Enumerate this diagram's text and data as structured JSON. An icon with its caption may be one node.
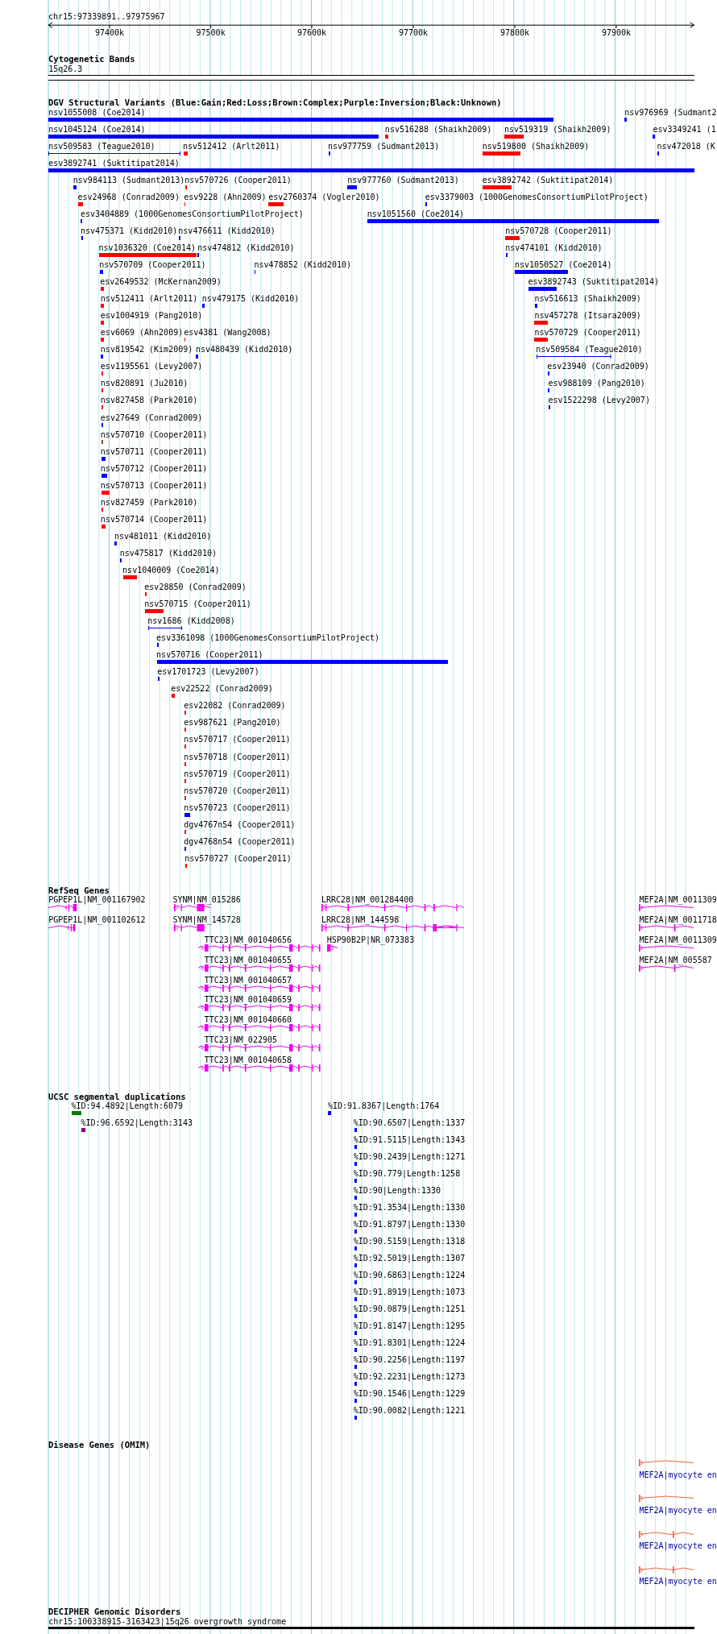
{
  "diagram": {
    "nodes": [
      {
        "text": [
          "Cytogenetic Bands"
        ]
      },
      {
        "text": [
          "15q26.3"
        ],
        "in": 0
      },
      {
        "text": [
          "DGV Structural Variants (Blue:Gain;Red:Loss;Brown:Complex;Purple:Inversion;Black:Unknown)"
        ]
      },
      {
        "text": [
          "nsv1055008 (Coe2014)"
        ],
        "in": 2
      },
      {
        "text": [
          "nsv976969 (Sudmant2"
        ],
        "in": 2
      },
      {
        "text": [
          "nsv1045124 (Coe2014)"
        ],
        "in": 2
      },
      {
        "text": [
          "nsv516288 (Shaikh2009)"
        ],
        "in": 2
      },
      {
        "text": [
          "nsv519319 (Shaikh2009)"
        ],
        "in": 2
      },
      {
        "text": [
          "esv3349241 (1"
        ],
        "in": 2
      },
      {
        "text": [
          "nsv509583 (Teague2010)"
        ],
        "in": 2
      },
      {
        "text": [
          "nsv512412 (Arlt2011)"
        ],
        "in": 2
      },
      {
        "text": [
          "nsv977759 (Sudmant2013)"
        ],
        "in": 2
      },
      {
        "text": [
          "nsv519800 (Shaikh2009)"
        ],
        "in": 2
      },
      {
        "text": [
          "nsv472018 (K"
        ],
        "in": 2
      },
      {
        "text": [
          "esv3892741 (Suktitipat2014)"
        ],
        "in": 2
      },
      {
        "text": [
          "nsv984113 (Sudmant2013)"
        ],
        "in": 2
      },
      {
        "text": [
          "nsv570726 (Cooper2011)"
        ],
        "in": 2
      },
      {
        "text": [
          "nsv977760 (Sudmant2013)"
        ],
        "in": 2
      },
      {
        "text": [
          "esv3892742 (Suktitipat2014)"
        ],
        "in": 2
      },
      {
        "text": [
          "esv24968 (Conrad2009)"
        ],
        "in": 2
      },
      {
        "text": [
          "esv9228 (Ahn2009)"
        ],
        "in": 2
      },
      {
        "text": [
          "esv2760374 (Vogler2010)"
        ],
        "in": 2
      },
      {
        "text": [
          "esv3379003 (1000GenomesConsortiumPilotProject)"
        ],
        "in": 2
      },
      {
        "text": [
          "esv3404889 (1000GenomesConsortiumPilotProject)"
        ],
        "in": 2
      },
      {
        "text": [
          "nsv1051560 (Coe2014)"
        ],
        "in": 2
      },
      {
        "text": [
          "nsv475371 (Kidd2010)"
        ],
        "in": 2
      },
      {
        "text": [
          "nsv476611 (Kidd2010)"
        ],
        "in": 2
      },
      {
        "text": [
          "nsv570728 (Cooper2011)"
        ],
        "in": 2
      },
      {
        "text": [
          "nsv1036320 (Coe2014)"
        ],
        "in": 2
      },
      {
        "text": [
          "nsv474812 (Kidd2010)"
        ],
        "in": 2
      },
      {
        "text": [
          "nsv474101 (Kidd2010)"
        ],
        "in": 2
      },
      {
        "text": [
          "nsv570709 (Cooper2011)"
        ],
        "in": 2
      },
      {
        "text": [
          "nsv478852 (Kidd2010)"
        ],
        "in": 2
      },
      {
        "text": [
          "nsv1050527 (Coe2014)"
        ],
        "in": 2
      },
      {
        "text": [
          "esv2649532 (McKernan2009)"
        ],
        "in": 2
      },
      {
        "text": [
          "esv3892743 (Suktitipat2014)"
        ],
        "in": 2
      },
      {
        "text": [
          "nsv512411 (Arlt2011)"
        ],
        "in": 2
      },
      {
        "text": [
          "nsv479175 (Kidd2010)"
        ],
        "in": 2
      },
      {
        "text": [
          "nsv516613 (Shaikh2009)"
        ],
        "in": 2
      },
      {
        "text": [
          "esv1004919 (Pang2010)"
        ],
        "in": 2
      },
      {
        "text": [
          "nsv457278 (Itsara2009)"
        ],
        "in": 2
      },
      {
        "text": [
          "esv6069 (Ahn2009)"
        ],
        "in": 2
      },
      {
        "text": [
          "esv4381 (Wang2008)"
        ],
        "in": 2
      },
      {
        "text": [
          "nsv570729 (Cooper2011)"
        ],
        "in": 2
      },
      {
        "text": [
          "nsv819542 (Kim2009)"
        ],
        "in": 2
      },
      {
        "text": [
          "nsv480439 (Kidd2010)"
        ],
        "in": 2
      },
      {
        "text": [
          "nsv509584 (Teague2010)"
        ],
        "in": 2
      },
      {
        "text": [
          "esv1195561 (Levy2007)"
        ],
        "in": 2
      },
      {
        "text": [
          "esv23940 (Conrad2009)"
        ],
        "in": 2
      },
      {
        "text": [
          "nsv820891 (Ju2010)"
        ],
        "in": 2
      },
      {
        "text": [
          "esv988109 (Pang2010)"
        ],
        "in": 2
      },
      {
        "text": [
          "nsv827458 (Park2010)"
        ],
        "in": 2
      },
      {
        "text": [
          "esv1522298 (Levy2007)"
        ],
        "in": 2
      },
      {
        "text": [
          "esv27649 (Conrad2009)"
        ],
        "in": 2
      },
      {
        "text": [
          "nsv570710 (Cooper2011)"
        ],
        "in": 2
      },
      {
        "text": [
          "nsv570711 (Cooper2011)"
        ],
        "in": 2
      },
      {
        "text": [
          "nsv570712 (Cooper2011)"
        ],
        "in": 2
      },
      {
        "text": [
          "nsv570713 (Cooper2011)"
        ],
        "in": 2
      },
      {
        "text": [
          "nsv827459 (Park2010)"
        ],
        "in": 2
      },
      {
        "text": [
          "nsv570714 (Cooper2011)"
        ],
        "in": 2
      },
      {
        "text": [
          "nsv481011 (Kidd2010)"
        ],
        "in": 2
      },
      {
        "text": [
          "nsv475817 (Kidd2010)"
        ],
        "in": 2
      },
      {
        "text": [
          "nsv1040009 (Coe2014)"
        ],
        "in": 2
      },
      {
        "text": [
          "esv28850 (Conrad2009)"
        ],
        "in": 2
      },
      {
        "text": [
          "nsv570715 (Cooper2011)"
        ],
        "in": 2
      },
      {
        "text": [
          "nsv1686 (Kidd2008)"
        ],
        "in": 2
      },
      {
        "text": [
          "esv3361098 (1000GenomesConsortiumPilotProject)"
        ],
        "in": 2
      },
      {
        "text": [
          "nsv570716 (Cooper2011)"
        ],
        "in": 2
      },
      {
        "text": [
          "esv1701723 (Levy2007)"
        ],
        "in": 2
      },
      {
        "text": [
          "esv22522 (Conrad2009)"
        ],
        "in": 2
      },
      {
        "text": [
          "esv22082 (Conrad2009)"
        ],
        "in": 2
      },
      {
        "text": [
          "esv987621 (Pang2010)"
        ],
        "in": 2
      },
      {
        "text": [
          "nsv570717 (Cooper2011)"
        ],
        "in": 2
      },
      {
        "text": [
          "nsv570718 (Cooper2011)"
        ],
        "in": 2
      },
      {
        "text": [
          "nsv570719 (Cooper2011)"
        ],
        "in": 2
      },
      {
        "text": [
          "nsv570720 (Cooper2011)"
        ],
        "in": 2
      },
      {
        "text": [
          "nsv570723 (Cooper2011)"
        ],
        "in": 2
      },
      {
        "text": [
          "dgv4767n54 (Cooper2011)"
        ],
        "in": 2
      },
      {
        "text": [
          "dgv4768n54 (Cooper2011)"
        ],
        "in": 2
      },
      {
        "text": [
          "nsv570727 (Cooper2011)"
        ],
        "in": 2
      },
      {
        "text": [
          "RefSeq Genes"
        ]
      },
      {
        "text": [
          "PGPEP1L|NM_001167902"
        ],
        "in": 80
      },
      {
        "text": [
          "SYNM|NM_015286"
        ],
        "in": 80
      },
      {
        "text": [
          "LRRC28|NM_001284400"
        ],
        "in": 80
      },
      {
        "text": [
          "MEF2A|NM_0011309"
        ],
        "in": 80
      },
      {
        "text": [
          "PGPEP1L|NM_001102612"
        ],
        "in": 80
      },
      {
        "text": [
          "SYNM|NM_145728"
        ],
        "in": 80
      },
      {
        "text": [
          "LRRC28|NM_144598"
        ],
        "in": 80
      },
      {
        "text": [
          "MEF2A|NM_0011718"
        ],
        "in": 80
      },
      {
        "text": [
          "TTC23|NM_001040656"
        ],
        "in": 80
      },
      {
        "text": [
          "HSP90B2P|NR_073383"
        ],
        "in": 80
      },
      {
        "text": [
          "MEF2A|NM_0011309"
        ],
        "in": 80
      },
      {
        "text": [
          "TTC23|NM_001040655"
        ],
        "in": 80
      },
      {
        "text": [
          "MEF2A|NM_005587"
        ],
        "in": 80
      },
      {
        "text": [
          "TTC23|NM_001040657"
        ],
        "in": 80
      },
      {
        "text": [
          "TTC23|NM_001040659"
        ],
        "in": 80
      },
      {
        "text": [
          "TTC23|NM_001040660"
        ],
        "in": 80
      },
      {
        "text": [
          "TTC23|NM_022905"
        ],
        "in": 80
      },
      {
        "text": [
          "TTC23|NM_001040658"
        ],
        "in": 80
      },
      {
        "text": [
          "UCSC segmental duplications"
        ]
      },
      {
        "text": [
          "%ID:94.4892|Length:6079"
        ],
        "in": 99
      },
      {
        "text": [
          "%ID:91.8367|Length:1764"
        ],
        "in": 99
      },
      {
        "text": [
          "%ID:96.6592|Length:3143"
        ],
        "in": 99
      },
      {
        "text": [
          "%ID:90.6507|Length:1337"
        ],
        "in": 99
      },
      {
        "text": [
          "%ID:91.5115|Length:1343"
        ],
        "in": 99
      },
      {
        "text": [
          "%ID:90.2439|Length:1271"
        ],
        "in": 99
      },
      {
        "text": [
          "%ID:90.779|Length:1258"
        ],
        "in": 99
      },
      {
        "text": [
          "%ID:90|Length:1330"
        ],
        "in": 99
      },
      {
        "text": [
          "%ID:91.3534|Length:1330"
        ],
        "in": 99
      },
      {
        "text": [
          "%ID:91.8797|Length:1330"
        ],
        "in": 99
      },
      {
        "text": [
          "%ID:90.5159|Length:1318"
        ],
        "in": 99
      },
      {
        "text": [
          "%ID:92.5019|Length:1307"
        ],
        "in": 99
      },
      {
        "text": [
          "%ID:90.6863|Length:1224"
        ],
        "in": 99
      },
      {
        "text": [
          "%ID:91.8919|Length:1073"
        ],
        "in": 99
      },
      {
        "text": [
          "%ID:90.0879|Length:1251"
        ],
        "in": 99
      },
      {
        "text": [
          "%ID:91.8147|Length:1295"
        ],
        "in": 99
      },
      {
        "text": [
          "%ID:91.8301|Length:1224"
        ],
        "in": 99
      },
      {
        "text": [
          "%ID:90.2256|Length:1197"
        ],
        "in": 99
      },
      {
        "text": [
          "%ID:92.2231|Length:1273"
        ],
        "in": 99
      },
      {
        "text": [
          "%ID:90.1546|Length:1229"
        ],
        "in": 99
      },
      {
        "text": [
          "%ID:90.0082|Length:1221"
        ],
        "in": 99
      },
      {
        "text": [
          "Disease Genes (OMIM)"
        ]
      },
      {
        "text": [
          "MEF2A|myocyte en"
        ],
        "in": 121
      },
      {
        "text": [
          "MEF2A|myocyte en"
        ],
        "in": 121
      },
      {
        "text": [
          "MEF2A|myocyte en"
        ],
        "in": 121
      },
      {
        "text": [
          "MEF2A|myocyte en"
        ],
        "in": 121
      },
      {
        "text": [
          "DECIPHER Genomic Disorders"
        ]
      },
      {
        "text": [
          "chr15:100338915-3163423|15q26 overgrowth syndrome"
        ],
        "in": 126
      }
    ],
    "labels": [
      "chr15:97339891..97975967",
      "97400k",
      "97500k",
      "97600k",
      "97700k",
      "97800k",
      "97900k"
    ]
  }
}
